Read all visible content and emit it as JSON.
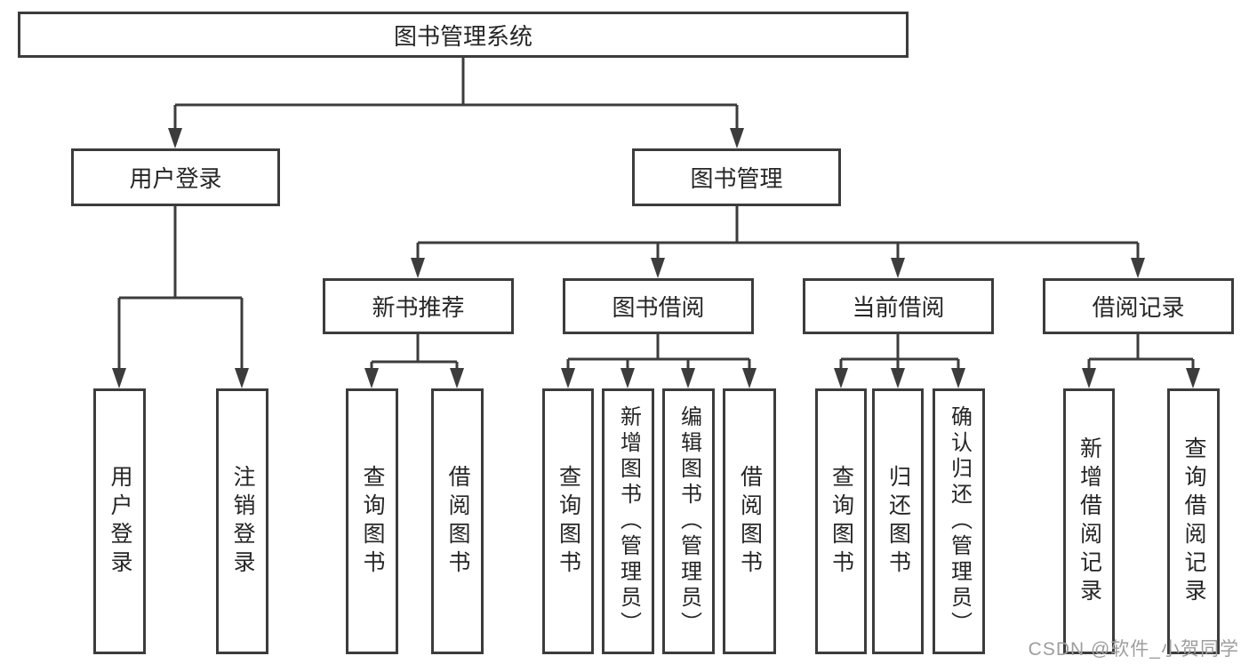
{
  "tree": {
    "root": {
      "label": "图书管理系统",
      "children": [
        {
          "label": "用户登录",
          "children": [
            {
              "label": "用户登录"
            },
            {
              "label": "注销登录"
            }
          ]
        },
        {
          "label": "图书管理",
          "children": [
            {
              "label": "新书推荐",
              "children": [
                {
                  "label": "查询图书"
                },
                {
                  "label": "借阅图书"
                }
              ]
            },
            {
              "label": "图书借阅",
              "children": [
                {
                  "label": "查询图书"
                },
                {
                  "label": "新增图书（管理员）"
                },
                {
                  "label": "编辑图书（管理员）"
                },
                {
                  "label": "借阅图书"
                }
              ]
            },
            {
              "label": "当前借阅",
              "children": [
                {
                  "label": "查询图书"
                },
                {
                  "label": "归还图书"
                },
                {
                  "label": "确认归还（管理员）"
                }
              ]
            },
            {
              "label": "借阅记录",
              "children": [
                {
                  "label": "新增借阅记录"
                },
                {
                  "label": "查询借阅记录"
                }
              ]
            }
          ]
        }
      ]
    }
  },
  "watermark": {
    "text": "CSDN @软件_小贺同学"
  },
  "colors": {
    "line": "#3c3c3c",
    "text": "#262626",
    "watermark": "#9e9e9e",
    "background": "#ffffff"
  }
}
